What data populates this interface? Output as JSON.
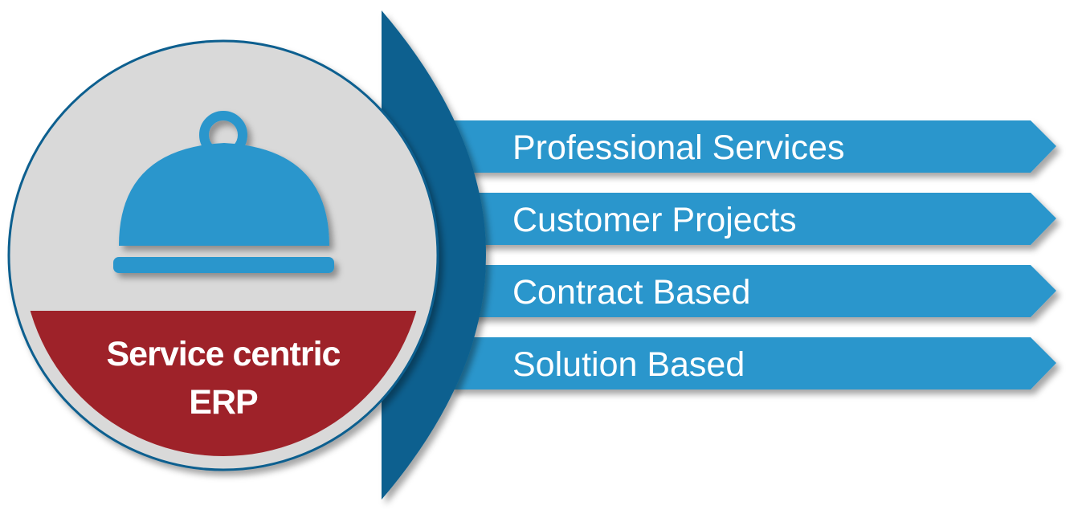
{
  "center": {
    "title_line1": "Service centric",
    "title_line2": "ERP",
    "icon": "cloche-icon"
  },
  "items": [
    {
      "label": "Professional Services"
    },
    {
      "label": "Customer Projects"
    },
    {
      "label": "Contract Based"
    },
    {
      "label": "Solution Based"
    }
  ],
  "colors": {
    "arrow": "#2b96cc",
    "crescent": "#08618f",
    "badge": "#9e2229",
    "circle": "#d9d9d9",
    "icon": "#2b96cc"
  }
}
